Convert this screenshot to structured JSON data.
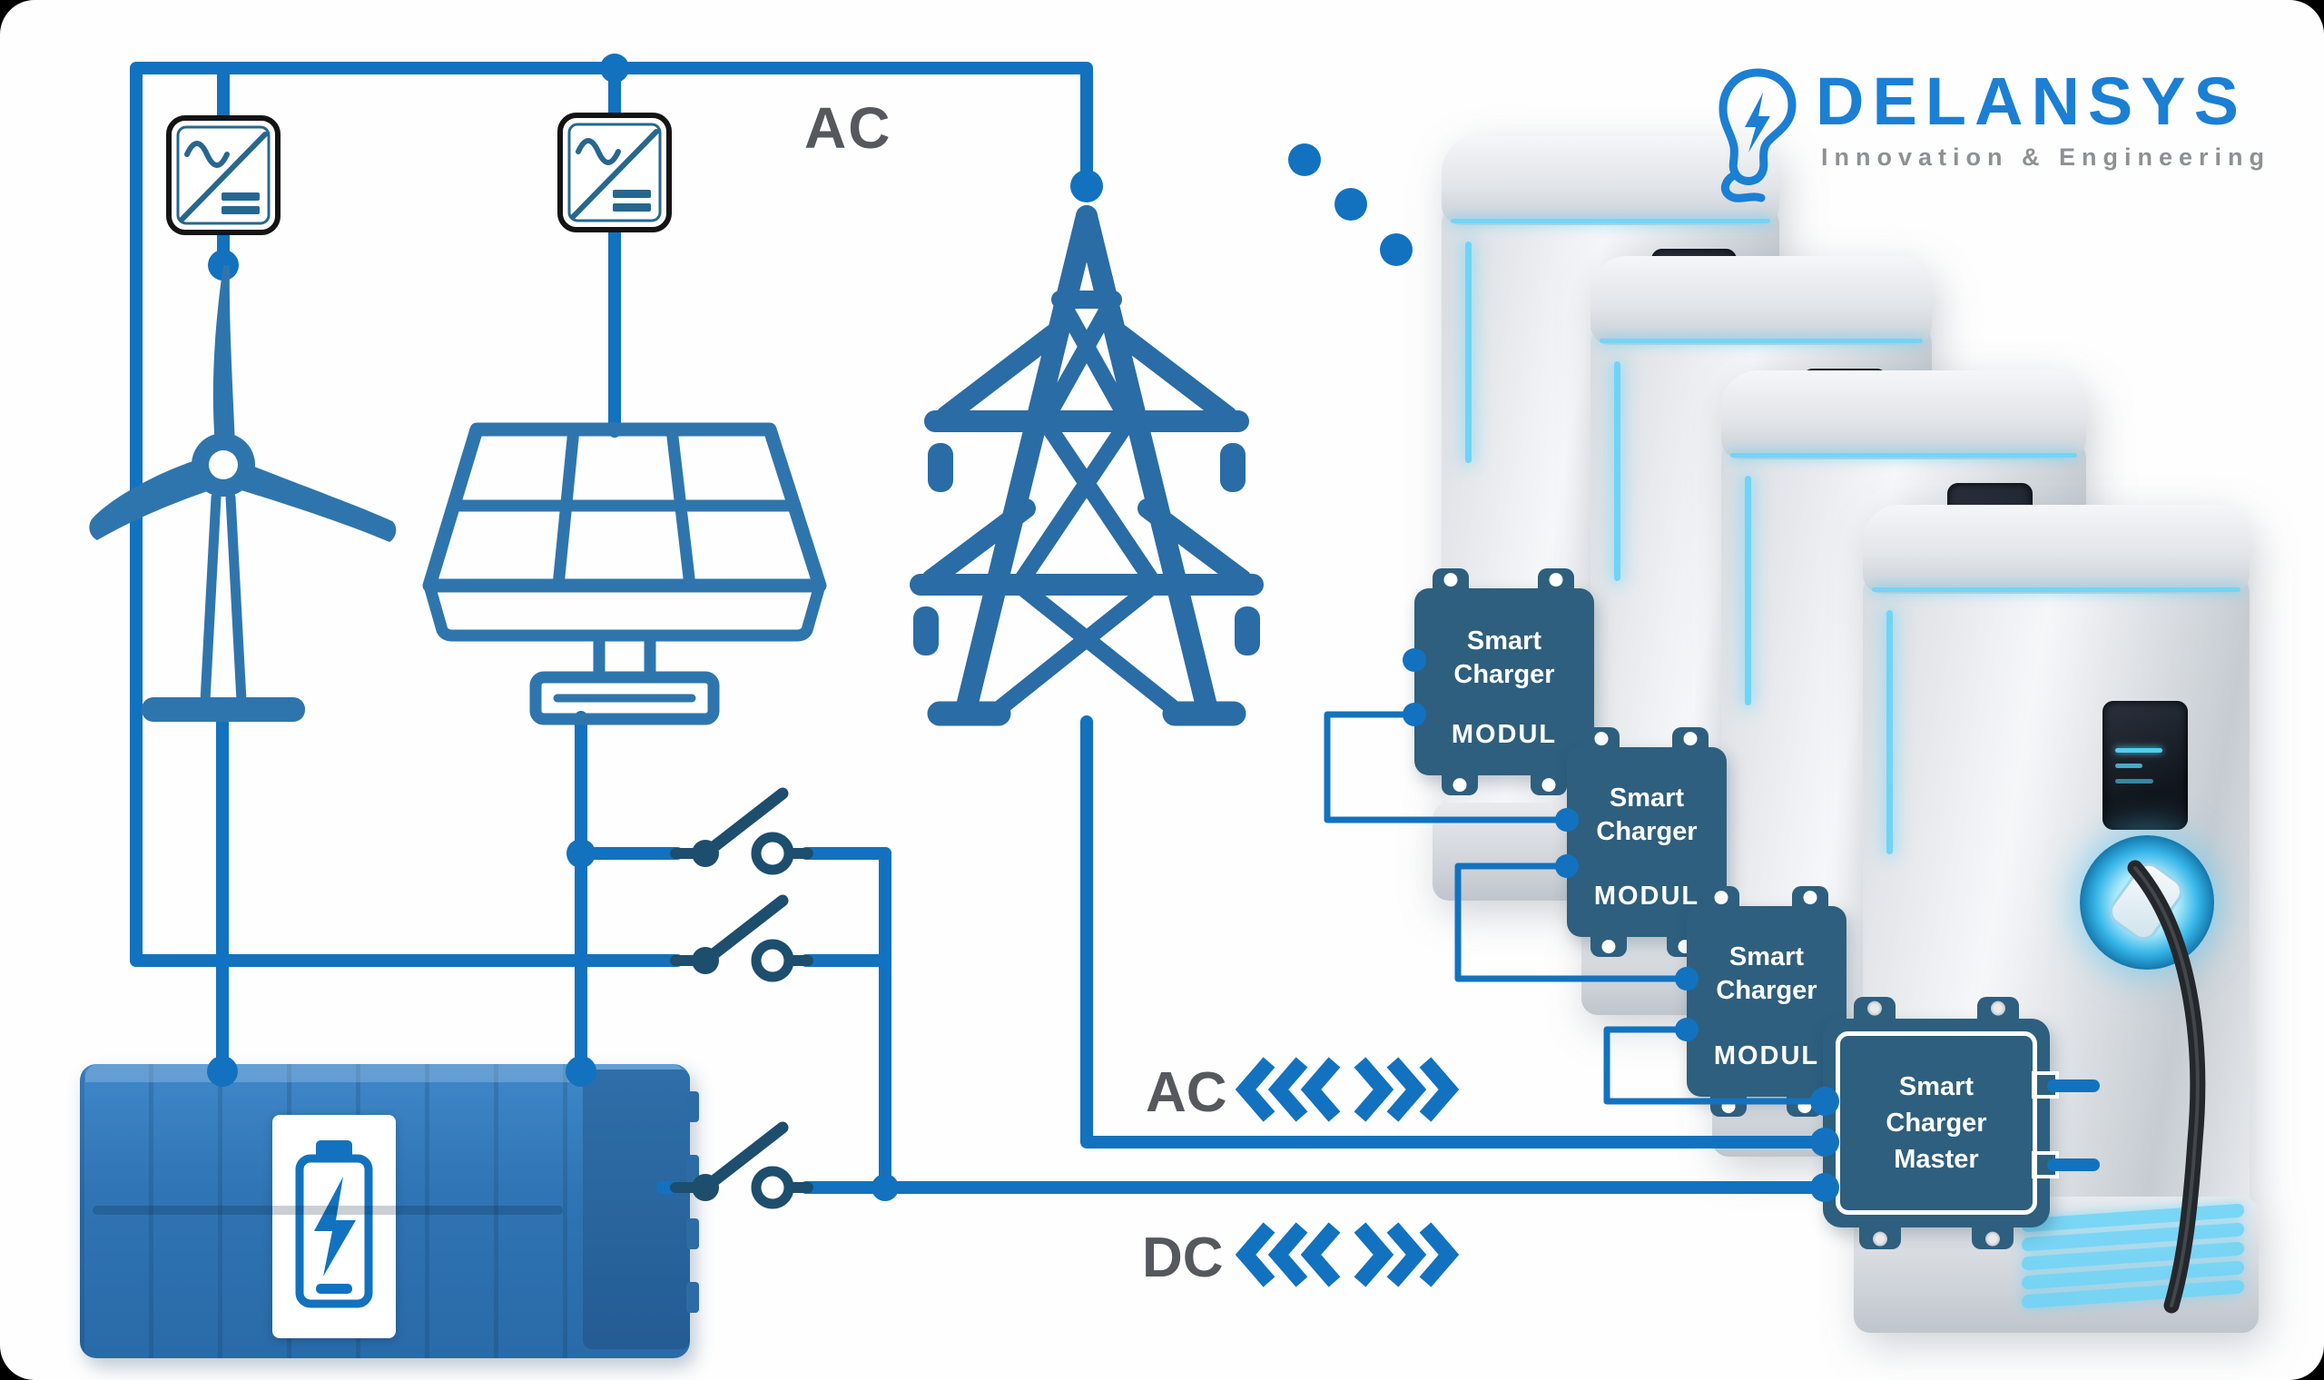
{
  "header": {
    "ac_top_label": "AC"
  },
  "logo": {
    "name": "DELANSYS",
    "tagline": "Innovation & Engineering",
    "icon": "lightbulb-bolt-icon"
  },
  "buses": {
    "ac_label": "AC",
    "dc_label": "DC"
  },
  "modules": [
    {
      "line1": "Smart",
      "line2": "Charger",
      "line3": "MODUL"
    },
    {
      "line1": "Smart",
      "line2": "Charger",
      "line3": "MODUL"
    },
    {
      "line1": "Smart",
      "line2": "Charger",
      "line3": "MODUL"
    }
  ],
  "master": {
    "line1": "Smart",
    "line2": "Charger",
    "line3": "Master"
  },
  "icons": {
    "sources": [
      "inverter-icon",
      "wind-turbine-icon",
      "solar-panel-icon",
      "transmission-tower-icon",
      "battery-pack-icon"
    ],
    "circuit": [
      "switch-icon",
      "junction-dot"
    ],
    "flow": [
      "chevron-left-icon",
      "chevron-right-icon"
    ],
    "chargers": "ev-charging-station"
  },
  "colors": {
    "wire": "#1272bf",
    "icon": "#2f75ad",
    "tower": "#2a6ca6",
    "switchc": "#1d4e6e",
    "box": "#2e5f7e",
    "logo": "#1b7fd4",
    "labelgray": "#55585c",
    "tag": "#8d9094",
    "glow": "#6fd4f7"
  }
}
